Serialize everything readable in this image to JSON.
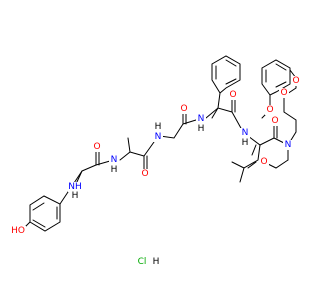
{
  "colors": {
    "bond": "#000000",
    "N": "#0000ff",
    "O": "#ff0000",
    "Cl": "#00aa00",
    "C": "#000000",
    "H": "#000000"
  },
  "atoms": {
    "n_tyr": "NH",
    "n_ala": "N",
    "n_gly": "N",
    "n_phe": "N",
    "n_leu": "N",
    "n_amide": "N",
    "o_tyr_co": "O",
    "o_ala_co": "O",
    "o_gly_co": "O",
    "o_phe_co": "O",
    "o_leu_co": "O",
    "o_crown_1": "O",
    "o_crown_2": "O",
    "o_crown_3": "O",
    "o_crown_4": "O",
    "o_phenol": "HO",
    "h_ala": "H",
    "h_gly": "H",
    "h_phe": "H",
    "h_leu": "H",
    "h_tyr_n": "H",
    "salt_cl": "Cl",
    "salt_h": "H"
  }
}
